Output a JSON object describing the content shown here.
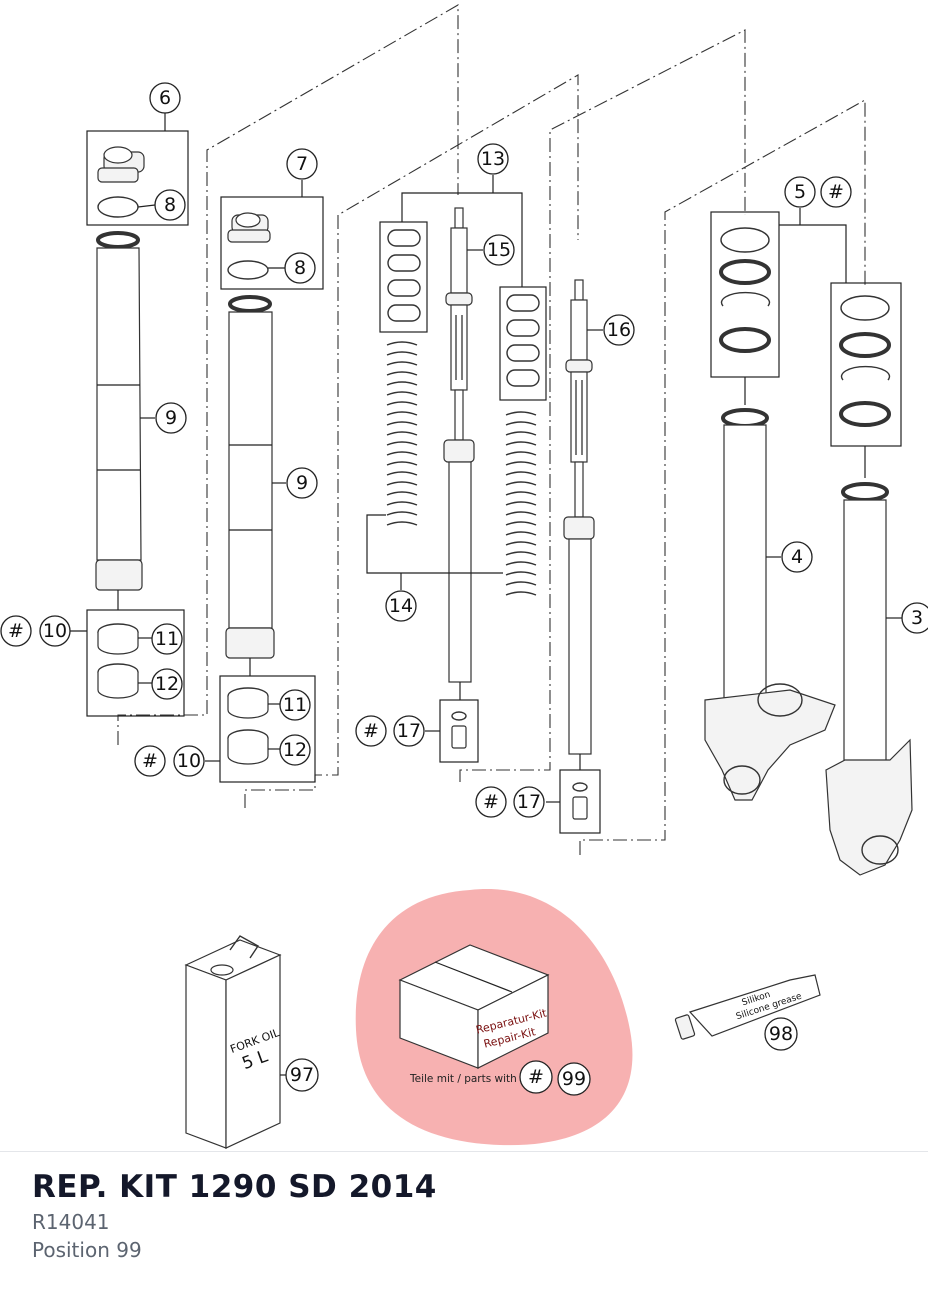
{
  "diagram": {
    "callouts": {
      "c6": "6",
      "c8a": "8",
      "c7": "7",
      "c8b": "8",
      "c9a": "9",
      "c9b": "9",
      "c10a_hash": "#",
      "c10a": "10",
      "c11a": "11",
      "c12a": "12",
      "c11b": "11",
      "c10b_hash": "#",
      "c10b": "10",
      "c12b": "12",
      "c13": "13",
      "c15": "15",
      "c16": "16",
      "c14": "14",
      "c17a_hash": "#",
      "c17a": "17",
      "c17b_hash": "#",
      "c17b": "17",
      "c5": "5",
      "c5_hash": "#",
      "c4": "4",
      "c3": "3",
      "c97": "97",
      "c98": "98",
      "c99_hash": "#",
      "c99": "99"
    },
    "product_labels": {
      "oil_line1": "FORK OIL",
      "oil_line2": "5 L",
      "box_line1": "Reparatur-Kit",
      "box_line2": "Repair-Kit",
      "parts_with": "Teile mit / parts with",
      "grease_line1": "Silikon",
      "grease_line2": "Silicone grease"
    },
    "highlight_color": "#f6a6a6"
  },
  "info": {
    "title": "REP. KIT 1290 SD 2014",
    "code": "R14041",
    "position": "Position 99"
  }
}
